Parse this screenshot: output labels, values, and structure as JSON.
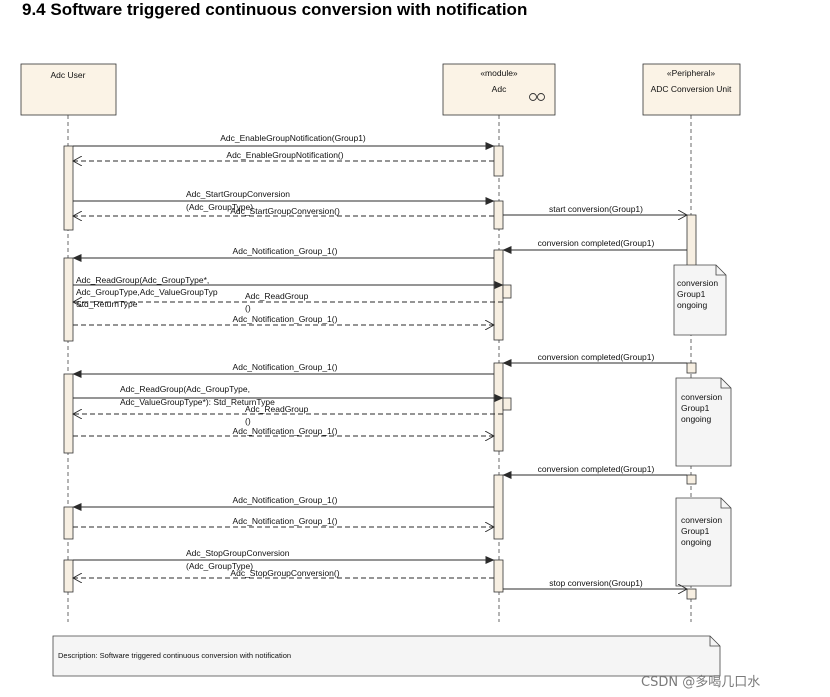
{
  "page": {
    "title": "9.4  Software triggered continuous conversion with notification",
    "watermark": "CSDN @多喝几口水"
  },
  "colors": {
    "box_fill": "#fbf3e6",
    "activation_fill": "#f7efe2",
    "note_fill": "#f5f5f5",
    "line": "#2b2b2b"
  },
  "lifelines": [
    {
      "id": "user",
      "stereotype": "",
      "name": "Adc User",
      "icon": ""
    },
    {
      "id": "adc",
      "stereotype": "«module»",
      "name": "Adc",
      "icon": "component-icon"
    },
    {
      "id": "unit",
      "stereotype": "«Peripheral»",
      "name": "ADC Conversion Unit",
      "icon": ""
    }
  ],
  "messages": [
    {
      "text": "Adc_EnableGroupNotification(Group1)"
    },
    {
      "text": "Adc_EnableGroupNotification()"
    },
    {
      "text": "Adc_StartGroupConversion"
    },
    {
      "text": "(Adc_GroupType)"
    },
    {
      "text": "Adc_StartGroupConversion()"
    },
    {
      "text": "start conversion(Group1)"
    },
    {
      "text": "conversion completed(Group1)"
    },
    {
      "text": "Adc_Notification_Group_1()"
    },
    {
      "text": "Adc_ReadGroup(Adc_GroupType*,"
    },
    {
      "text": "Adc_GroupType,Adc_ValueGroupTyp"
    },
    {
      "text": "Std_ReturnType"
    },
    {
      "text": "Adc_ReadGroup"
    },
    {
      "text": "()"
    },
    {
      "text": "Adc_Notification_Group_1()"
    },
    {
      "text": "conversion completed(Group1)"
    },
    {
      "text": "Adc_Notification_Group_1()"
    },
    {
      "text": "Adc_ReadGroup(Adc_GroupType,"
    },
    {
      "text": "Adc_ValueGroupType*): Std_ReturnType"
    },
    {
      "text": "Adc_ReadGroup"
    },
    {
      "text": "()"
    },
    {
      "text": "Adc_Notification_Group_1()"
    },
    {
      "text": "conversion completed(Group1)"
    },
    {
      "text": "Adc_Notification_Group_1()"
    },
    {
      "text": "Adc_Notification_Group_1()"
    },
    {
      "text": "Adc_StopGroupConversion"
    },
    {
      "text": "(Adc_GroupType)"
    },
    {
      "text": "Adc_StopGroupConversion()"
    },
    {
      "text": "stop conversion(Group1)"
    }
  ],
  "notes": [
    {
      "lines": [
        "conversion",
        "Group1",
        "ongoing"
      ]
    },
    {
      "lines": [
        "conversion",
        "Group1",
        "ongoing"
      ]
    },
    {
      "lines": [
        "conversion",
        "Group1",
        "ongoing"
      ]
    }
  ],
  "description": "Description: Software triggered continuous conversion with notification"
}
